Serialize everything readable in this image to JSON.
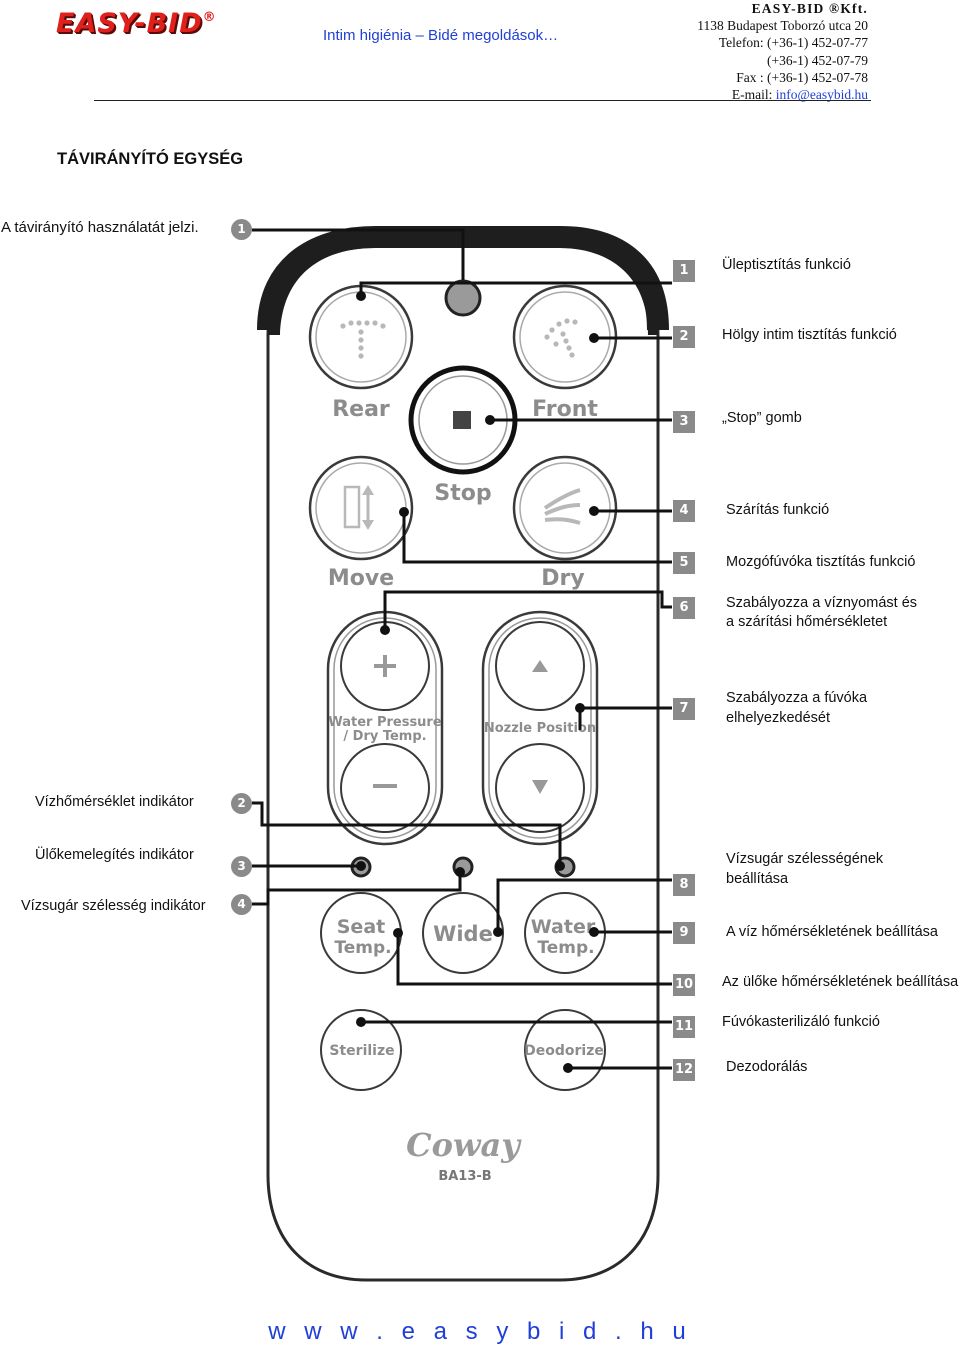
{
  "header": {
    "logo_text": "EASY-BID",
    "logo_mark": "®",
    "tagline": "Intim higiénia – Bidé megoldások…",
    "company_name": "EASY-BID ®Kft.",
    "address": "1138 Budapest Toborzó utca 20",
    "phone_1": "Telefon: (+36-1) 452-07-77",
    "phone_2": "(+36-1) 452-07-79",
    "fax": "Fax : (+36-1) 452-07-78",
    "email_label": "E-mail: ",
    "email": "info@easybid.hu"
  },
  "title": "TÁVIRÁNYÍTÓ EGYSÉG",
  "intro": "A távirányító használatát jelzi.",
  "remote": {
    "buttons": {
      "rear": "Rear",
      "front": "Front",
      "stop": "Stop",
      "move": "Move",
      "dry": "Dry",
      "water_pressure_1": "Water Pressure",
      "water_pressure_2": "/ Dry Temp.",
      "nozzle_position": "Nozzle Position",
      "seat_temp_1": "Seat",
      "seat_temp_2": "Temp.",
      "wide": "Wide",
      "water_temp_1": "Water",
      "water_temp_2": "Temp.",
      "sterilize": "Sterilize",
      "deodorize": "Deodorize"
    },
    "brand": "Coway",
    "model": "BA13-B"
  },
  "right_labels": [
    {
      "num": "1",
      "text": "Üleptisztítás funkció"
    },
    {
      "num": "2",
      "text": "Hölgy intim tisztítás funkció"
    },
    {
      "num": "3",
      "text": "„Stop” gomb"
    },
    {
      "num": "4",
      "text": "Szárítás funkció"
    },
    {
      "num": "5",
      "text": "Mozgófúvóka tisztítás funkció"
    },
    {
      "num": "6",
      "text": "Szabályozza a víznyomást és",
      "text2": "a szárítási hőmérsékletet"
    },
    {
      "num": "7",
      "text": "Szabályozza a fúvóka",
      "text2": "elhelyezkedését"
    },
    {
      "num": "8",
      "text": "Vízsugár szélességének",
      "text2": " beállítása"
    },
    {
      "num": "9",
      "text": "A víz hőmérsékletének beállítása"
    },
    {
      "num": "10",
      "text": "Az ülőke hőmérsékletének beállítása"
    },
    {
      "num": "11",
      "text": "Fúvókasterilizáló funkció"
    },
    {
      "num": "12",
      "text": "Dezodorálás"
    }
  ],
  "left_labels": [
    {
      "num": "1",
      "text": ""
    },
    {
      "num": "2",
      "text": "Vízhőmérséklet indikátor"
    },
    {
      "num": "3",
      "text": "Ülőkemelegítés indikátor"
    },
    {
      "num": "4",
      "text": "Vízsugár szélesség indikátor"
    }
  ],
  "footer_url": "w w w . e a s y b i d . h u"
}
